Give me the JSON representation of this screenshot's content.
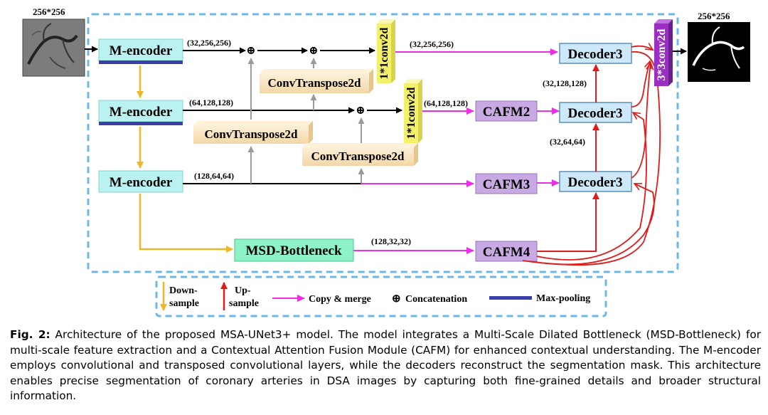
{
  "labels": {
    "input_size": "256*256",
    "output_size": "256*256",
    "encoder": "M-encoder",
    "conv1x1": "1*1conv2d",
    "conv3x3": "3*3conv2d",
    "conv_transpose": "ConvTranspose2d",
    "cafm2": "CAFM2",
    "cafm3": "CAFM3",
    "cafm4": "CAFM4",
    "decoder": "Decoder3",
    "bottleneck": "MSD-Bottleneck"
  },
  "dims": {
    "enc1_out": "(32,256,256)",
    "enc2_out": "(64,128,128)",
    "enc3_out": "(128,64,64)",
    "conv1_out": "(32,256,256)",
    "conv2_out": "(64,128,128)",
    "dec2_up": "(32,128,128)",
    "dec3_up": "(32,64,64)",
    "bottleneck_out": "(128,32,32)"
  },
  "legend": {
    "downsample_1": "Down-",
    "downsample_2": "sample",
    "upsample_1": "Up-",
    "upsample_2": "sample",
    "copy_merge": "Copy & merge",
    "concat_symbol": "⊕",
    "concatenation": "Concatenation",
    "maxpool": "Max-pooling"
  },
  "caption": {
    "label": "Fig. 2:",
    "text": "Architecture of the proposed MSA-UNet3+ model. The model integrates a Multi-Scale Dilated Bottleneck (MSD-Bottleneck) for multi-scale feature extraction and a Contextual Attention Fusion Module (CAFM) for enhanced contextual understanding. The M-encoder employs convolutional and transposed convolutional layers, while the decoders reconstruct the segmentation mask. This architecture enables precise segmentation of coronary arteries in DSA images by capturing both fine-grained details and broader structural information."
  },
  "colors": {
    "frame": "#6cb7e6",
    "encoder_fill": "#b9f2f0",
    "maxpool_bar": "#3b3fa8",
    "conv1x1_fill": "#f3f06a",
    "conv3x3_fill": "#9b2fc4",
    "convT_fill": "#f9e5bf",
    "cafm_fill": "#c8a9e3",
    "decoder_fill": "#cde8f8",
    "bottleneck_fill": "#8ef2c7",
    "down_arrow": "#f0b62a",
    "up_arrow": "#e01b1b",
    "copy_arrow": "#ee2de6",
    "skip_arrow": "#9a9a9a"
  }
}
